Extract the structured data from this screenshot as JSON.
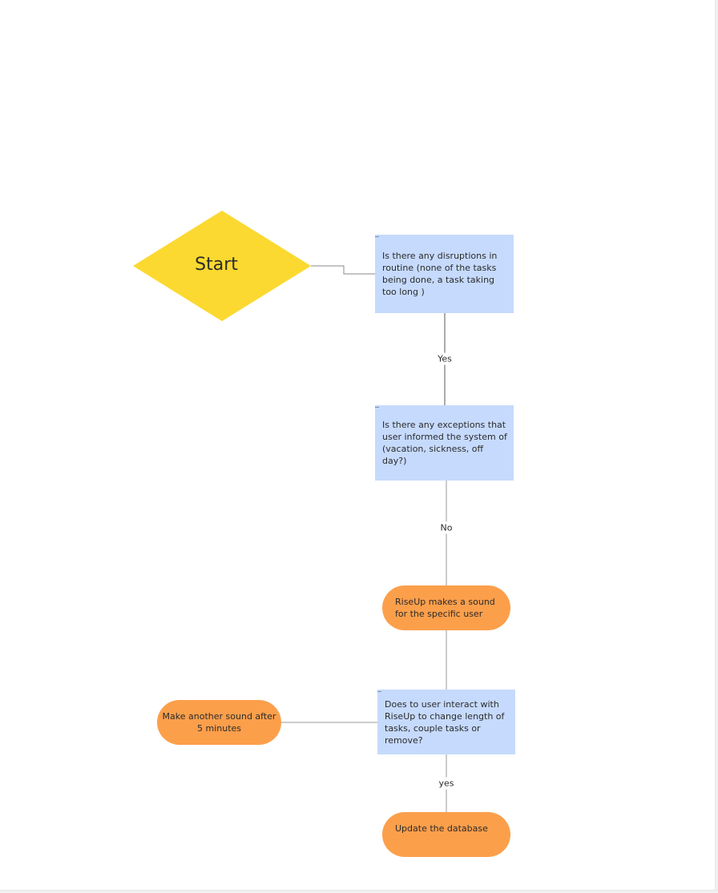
{
  "diagram": {
    "start": {
      "label": "Start"
    },
    "nodes": {
      "disruptions_question": "Is there any disruptions in routine (none of the tasks being done, a task taking too long )",
      "exceptions_question": "Is there any exceptions that user informed the system of (vacation, sickness, off day?)",
      "make_sound": "RiseUp makes a sound for the specific user",
      "interact_question": "Does to user interact with RiseUp to change length of tasks, couple tasks or remove?",
      "another_sound": "Make another sound after 5 minutes",
      "update_database": "Update the database"
    },
    "edge_labels": {
      "yes_1": "Yes",
      "no_1": "No",
      "yes_2": "yes"
    },
    "colors": {
      "decision": "#fbd930",
      "process": "#c6dafd",
      "terminal": "#fc9f4b",
      "connector": "#888888"
    }
  }
}
